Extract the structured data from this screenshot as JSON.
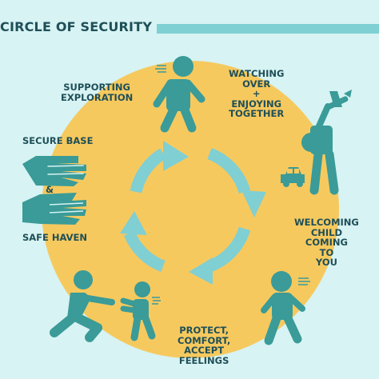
{
  "title": "CIRCLE OF SECURITY",
  "labels": {
    "supporting_exploration": "SUPPORTING\nEXPLORATION",
    "watching_over": "WATCHING\nOVER\n+\nENJOYING\nTOGETHER",
    "secure_base": "SECURE BASE",
    "ampersand": "&",
    "safe_haven": "SAFE HAVEN",
    "welcoming": "WELCOMING\nCHILD\nCOMING\nTO\nYOU",
    "protect": "PROTECT,\nCOMFORT,\nACCEPT\nFEELINGS"
  },
  "colors": {
    "background": "#d7f3f3",
    "circle": "#f6c95e",
    "figure": "#3a9b98",
    "arrow": "#80cfd3",
    "text": "#1f4f58",
    "title_rule": "#7fd0d3"
  },
  "icons": [
    "walking-person-icon",
    "parent-with-airplane-icon",
    "toy-car-icon",
    "hands-icon",
    "running-child-icon",
    "kneeling-parent-icon",
    "small-child-icon"
  ]
}
